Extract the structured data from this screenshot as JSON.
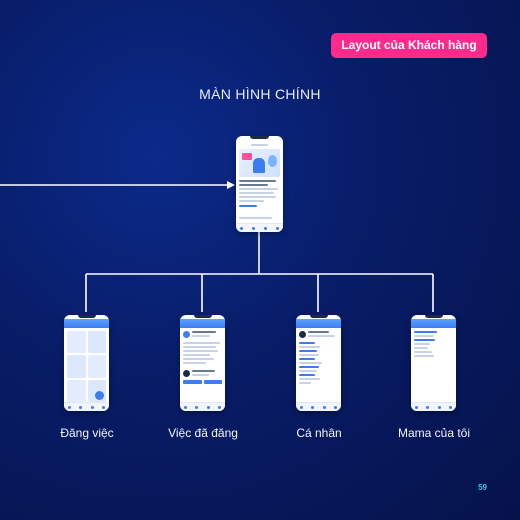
{
  "badge": {
    "label": "Layout của Khách hàng",
    "color": "#ff2a8c"
  },
  "diagram": {
    "title": "MÀN HÌNH CHÍNH",
    "nodes": [
      {
        "id": "main",
        "caption": ""
      },
      {
        "id": "dang-viec",
        "caption": "Đăng việc"
      },
      {
        "id": "viec-da-dang",
        "caption": "Việc đã đăng"
      },
      {
        "id": "ca-nhan",
        "caption": "Cá nhân"
      },
      {
        "id": "mama-cua-toi",
        "caption": "Mama của tôi"
      }
    ]
  },
  "page_number": "59",
  "colors": {
    "background": "#081c66",
    "line": "#ffffff",
    "accent": "#3d7df2",
    "page_number": "#2fc7d6"
  }
}
